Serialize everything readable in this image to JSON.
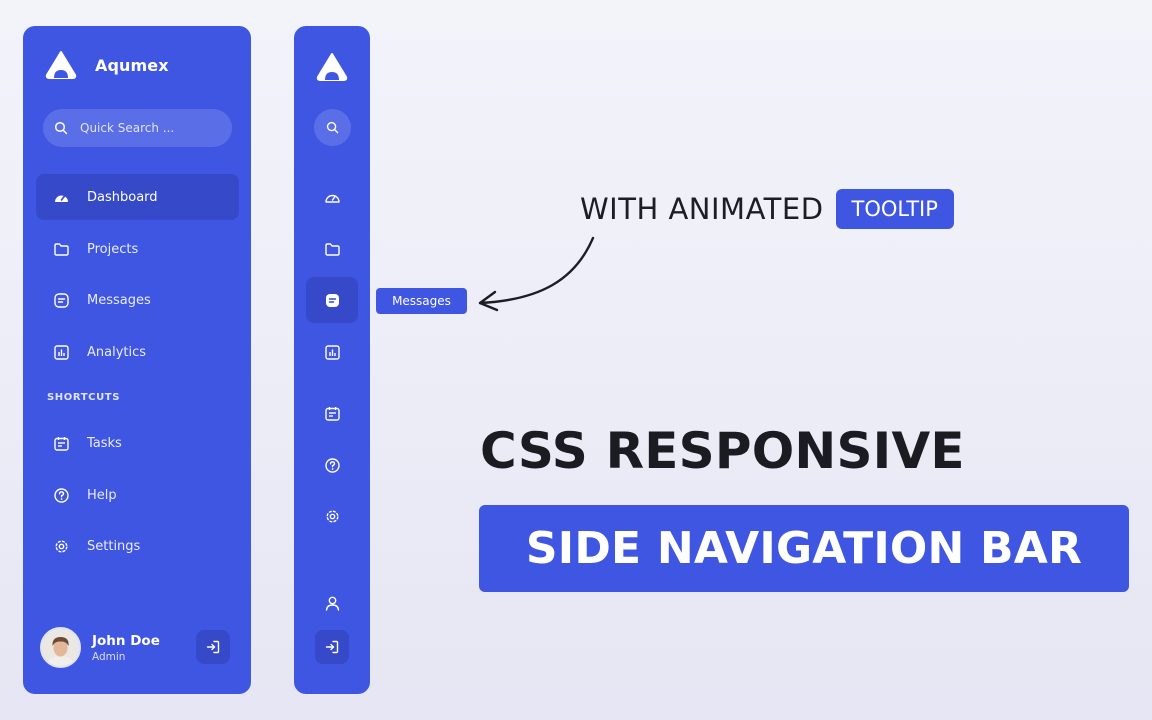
{
  "colors": {
    "accent": "#3f56e2",
    "accent_dark": "#3549c9",
    "search_bg": "#5a6ee8"
  },
  "sidebar": {
    "brand": {
      "name": "Aqumex",
      "icon": "aqumex-logo-icon"
    },
    "search": {
      "placeholder": "Quick Search ..."
    },
    "items": [
      {
        "label": "Dashboard",
        "icon": "gauge-icon",
        "active": true
      },
      {
        "label": "Projects",
        "icon": "folder-icon",
        "active": false
      },
      {
        "label": "Messages",
        "icon": "message-icon",
        "active": false
      },
      {
        "label": "Analytics",
        "icon": "bar-chart-icon",
        "active": false
      }
    ],
    "section_label": "SHORTCUTS",
    "shortcuts": [
      {
        "label": "Tasks",
        "icon": "calendar-icon"
      },
      {
        "label": "Help",
        "icon": "help-circle-icon"
      },
      {
        "label": "Settings",
        "icon": "gear-icon"
      }
    ],
    "user": {
      "name": "John Doe",
      "role": "Admin"
    }
  },
  "tooltip": {
    "text": "Messages"
  },
  "headline": {
    "animated_text": "WITH ANIMATED",
    "badge": "TOOLTIP",
    "title_line1": "CSS RESPONSIVE",
    "title_line2": "SIDE NAVIGATION BAR"
  }
}
